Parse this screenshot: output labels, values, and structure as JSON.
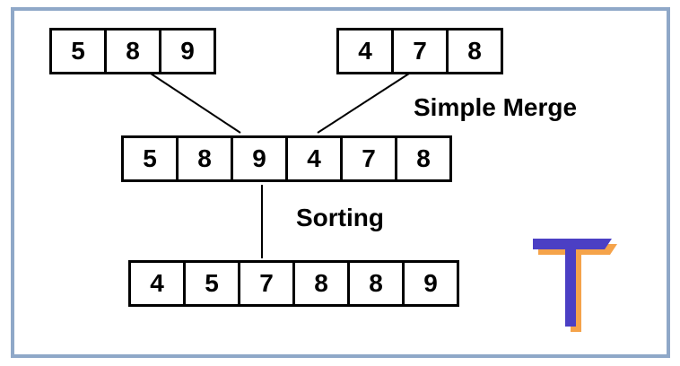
{
  "arrays": {
    "left_input": [
      "5",
      "8",
      "9"
    ],
    "right_input": [
      "4",
      "7",
      "8"
    ],
    "merged": [
      "5",
      "8",
      "9",
      "4",
      "7",
      "8"
    ],
    "sorted": [
      "4",
      "5",
      "7",
      "8",
      "8",
      "9"
    ]
  },
  "labels": {
    "simple_merge": "Simple Merge",
    "sorting": "Sorting"
  },
  "colors": {
    "frame_border": "#8fa8c8",
    "logo_main": "#4b3fc4",
    "logo_shadow": "#f5a34a"
  },
  "logo": {
    "icon": "t-logo-icon"
  }
}
